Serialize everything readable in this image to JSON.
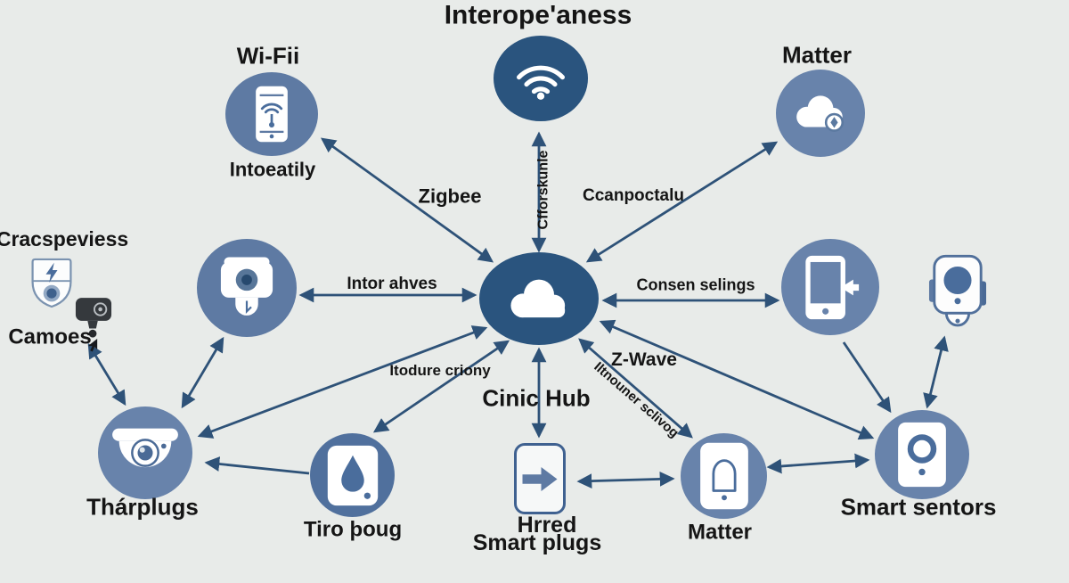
{
  "title": "Interope'aness",
  "colors": {
    "background": "#e8ebe9",
    "dark_node": "#2a547e",
    "medium_node": "#6883ab",
    "slate_node": "#5e7aa3",
    "leak_node": "#50709d",
    "arrow": "#2e5278",
    "icon_blue": "#4a6d9c",
    "text": "#151515"
  },
  "nodes": {
    "wifi_phone": {
      "title": "Wi-Fii",
      "caption": "Intoeatily",
      "icon": "smartphone-wifi-icon"
    },
    "router": {
      "icon": "wifi-icon"
    },
    "matter_cloud": {
      "title": "Matter",
      "icon": "cloud-sync-icon"
    },
    "indoor_camera": {
      "icon": "webcam-icon"
    },
    "hub": {
      "icon": "cloud-icon"
    },
    "tablet": {
      "icon": "tablet-arrow-icon"
    },
    "wall_sensor": {
      "icon": "sensor-camera-icon"
    },
    "shield_camera": {
      "title": "Cracspeviess",
      "caption": "Camoes",
      "icon": "shield-camera-icon"
    },
    "mini_webcam": {
      "icon": "mini-webcam-icon"
    },
    "cursor": {
      "icon": "cursor-icon"
    },
    "dome_camera": {
      "caption": "Thárplugs",
      "icon": "dome-camera-icon"
    },
    "leak_sensor": {
      "caption": "Tiro þoug",
      "icon": "water-drop-icon"
    },
    "smart_plug": {
      "caption_line1": "Hrred",
      "caption_line2": "Smart plugs",
      "icon": "arrow-right-icon"
    },
    "doorbell": {
      "caption": "Matter",
      "icon": "doorbell-icon"
    },
    "smart_sensors": {
      "caption": "Smart sentors",
      "icon": "ring-sensor-icon"
    }
  },
  "edge_labels": {
    "top_link": "Cfforskunle",
    "zigbee": "Zigbee",
    "matter_link": "Ccanpoctalu",
    "camera_link": "Intor ahves",
    "tablet_link": "Consen selings",
    "dome_link": "Itodure criony",
    "hub_name": "Cinic Hub",
    "zwave": "Z-Wave",
    "doorbell_link": "Iltnouner sclivog"
  }
}
